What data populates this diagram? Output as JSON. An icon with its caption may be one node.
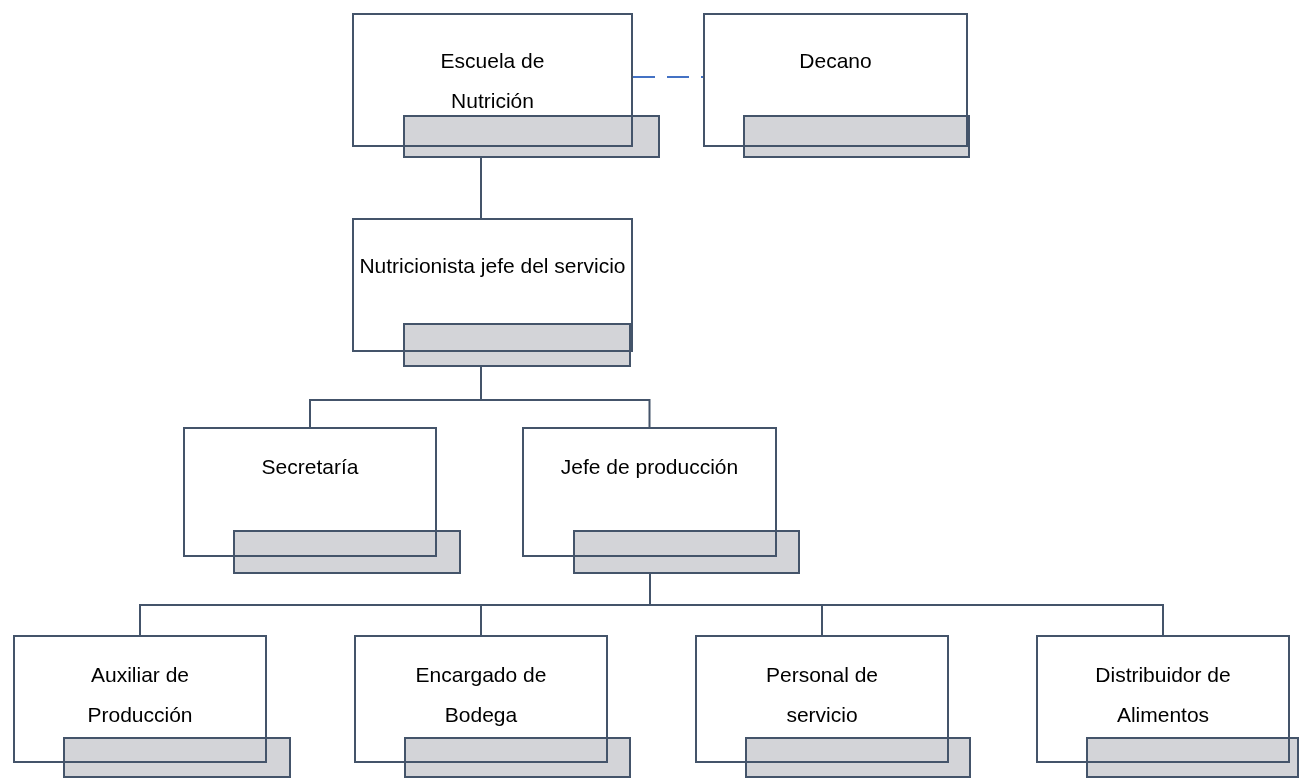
{
  "diagram": {
    "nodes": [
      {
        "text": [
          "Escuela de Nutrición"
        ]
      },
      {
        "text": [],
        "shape": "bar"
      },
      {
        "text": [
          "Decano"
        ]
      },
      {
        "text": [],
        "shape": "bar"
      },
      {
        "text": [
          "Nutricionista jefe del servicio"
        ]
      },
      {
        "text": [],
        "shape": "bar"
      },
      {
        "text": [
          "Secretaría"
        ]
      },
      {
        "text": [],
        "shape": "bar"
      },
      {
        "text": [
          "Jefe de producción"
        ]
      },
      {
        "text": [],
        "shape": "bar"
      },
      {
        "text": [
          "Auxiliar de Producción"
        ]
      },
      {
        "text": [],
        "shape": "bar"
      },
      {
        "text": [
          "Encargado de Bodega"
        ]
      },
      {
        "text": [],
        "shape": "bar"
      },
      {
        "text": [
          "Personal de servicio"
        ]
      },
      {
        "text": [],
        "shape": "bar"
      },
      {
        "text": [
          "Distribuidor de Alimentos"
        ]
      },
      {
        "text": [],
        "shape": "bar"
      }
    ],
    "edges": [
      {
        "from": 0,
        "to": 2,
        "arrow": "none",
        "style": "dashed",
        "color": "#4472c4"
      },
      {
        "from": 1,
        "to": 4,
        "arrow": "none"
      },
      {
        "from": 5,
        "to": 6,
        "arrow": "none"
      },
      {
        "from": 5,
        "to": 8,
        "arrow": "none"
      },
      {
        "from": 9,
        "to": 10,
        "arrow": "none"
      },
      {
        "from": 9,
        "to": 12,
        "arrow": "none"
      },
      {
        "from": 9,
        "to": 14,
        "arrow": "none"
      },
      {
        "from": 9,
        "to": 16,
        "arrow": "none"
      }
    ]
  }
}
